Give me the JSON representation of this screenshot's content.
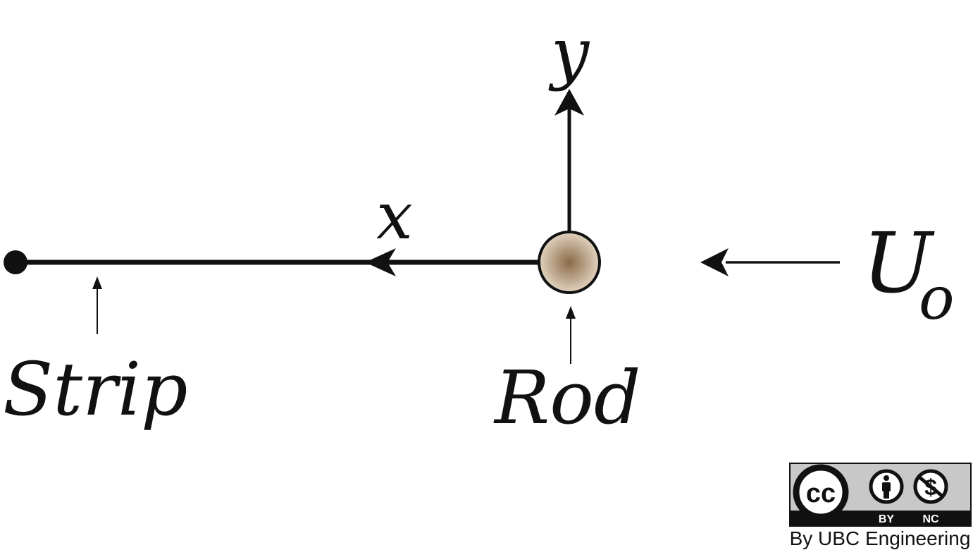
{
  "labels": {
    "y_axis": "y",
    "x_axis": "x",
    "strip": "Strip",
    "rod": "Rod",
    "free_stream_main": "U",
    "free_stream_sub": "o"
  },
  "license": {
    "cc": "cc",
    "by": "BY",
    "nc": "NC",
    "credit": "By UBC Engineering"
  },
  "colors": {
    "ink": "#111111",
    "rod_center": "#8a6a48",
    "rod_edge": "#e2d3c0",
    "badge_bg": "#c8c8c8",
    "badge_dark": "#111111"
  },
  "icons": [
    "cc-icon",
    "person-icon",
    "no-dollar-icon",
    "arrow-icon"
  ]
}
